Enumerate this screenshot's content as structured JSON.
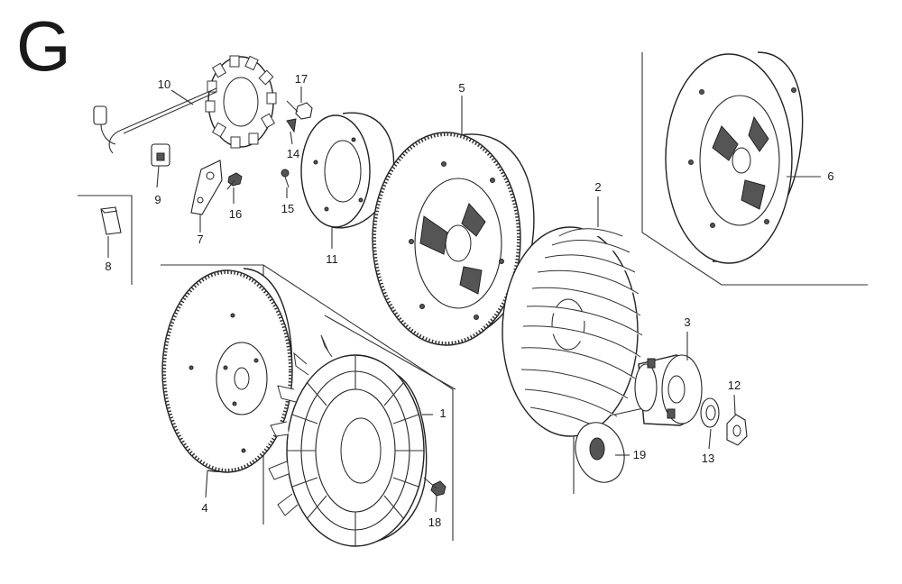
{
  "section": {
    "letter": "G"
  },
  "callouts": [
    {
      "id": "1",
      "label": "1"
    },
    {
      "id": "2",
      "label": "2"
    },
    {
      "id": "3",
      "label": "3"
    },
    {
      "id": "4",
      "label": "4"
    },
    {
      "id": "5",
      "label": "5"
    },
    {
      "id": "6",
      "label": "6"
    },
    {
      "id": "7",
      "label": "7"
    },
    {
      "id": "8",
      "label": "8"
    },
    {
      "id": "9",
      "label": "9"
    },
    {
      "id": "10",
      "label": "10"
    },
    {
      "id": "11",
      "label": "11"
    },
    {
      "id": "12",
      "label": "12"
    },
    {
      "id": "13",
      "label": "13"
    },
    {
      "id": "14",
      "label": "14"
    },
    {
      "id": "15",
      "label": "15"
    },
    {
      "id": "16",
      "label": "16"
    },
    {
      "id": "17",
      "label": "17"
    },
    {
      "id": "18",
      "label": "18"
    },
    {
      "id": "19",
      "label": "19"
    }
  ]
}
